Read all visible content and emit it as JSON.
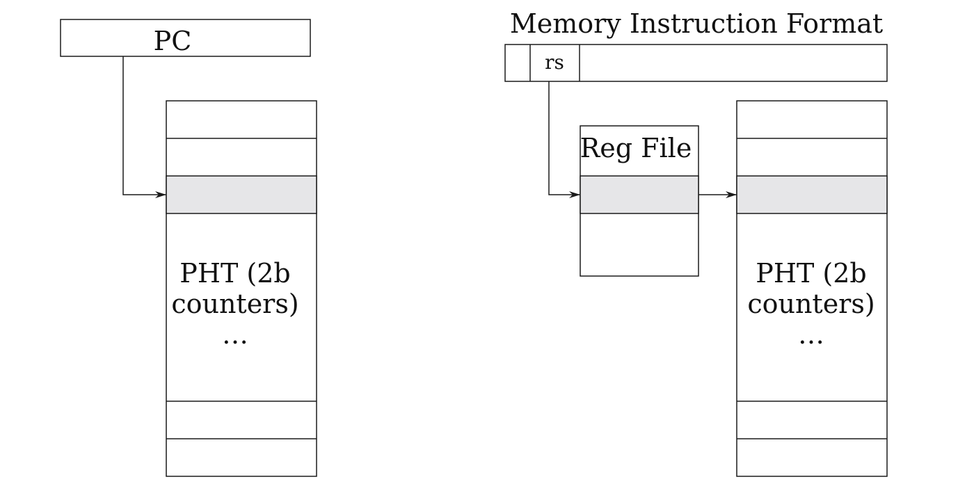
{
  "left_diagram": {
    "pc_label": "PC",
    "pht_line1": "PHT (2b",
    "pht_line2": "counters)",
    "pht_ellipsis": "…"
  },
  "right_diagram": {
    "format_title": "Memory Instruction Format",
    "rs_label": "rs",
    "regfile_label": "Reg File",
    "pht_line1": "PHT (2b",
    "pht_line2": "counters)",
    "pht_ellipsis": "…"
  },
  "colors": {
    "stroke": "#1a1a1a",
    "highlight": "#e6e6e8",
    "background": "#ffffff"
  }
}
